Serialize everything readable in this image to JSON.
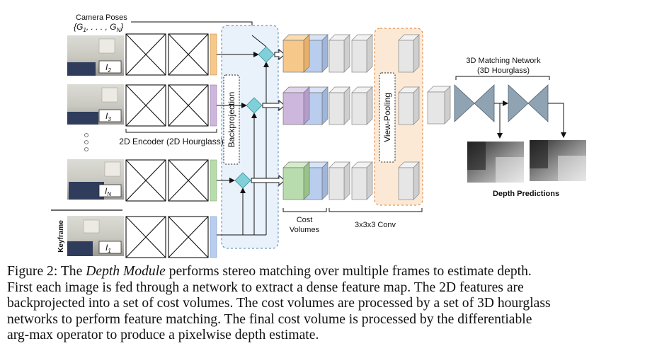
{
  "figure": {
    "camera_poses_label": "Camera Poses",
    "camera_poses_set": "{G1, ..., GN}",
    "frames": [
      {
        "label": "I2"
      },
      {
        "label": "I3"
      },
      {
        "label": "IN"
      },
      {
        "label": "I1"
      }
    ],
    "keyframe_label": "Keyframe",
    "encoder_label": "2D Encoder (2D Hourglass)",
    "backprojection_label": "Backprojection",
    "cost_volumes_label": [
      "Cost",
      "Volumes"
    ],
    "conv_label": "3x3x3 Conv",
    "view_pooling_label": "View-Pooling",
    "matching_network_label": [
      "3D Matching Network",
      "(3D Hourglass)"
    ],
    "depth_predictions_label": "Depth Predictions",
    "colors": {
      "orange": "#f6c88a",
      "purple": "#cdb7dc",
      "green": "#b9dcae",
      "blue": "#b9cdee",
      "backprojection_bg": "#e9f2fa",
      "viewpool_bg": "#fbe9d6",
      "hourglass": "#8fa3b3",
      "diamond": "#7fd0d8"
    }
  },
  "caption": {
    "fig_label": "Figure 2:",
    "line1_a": "The",
    "line1_italic": "Depth Module",
    "line1_b": "performs stereo matching over multiple frames to estimate depth.",
    "line2": "First each image is fed through a network to extract a dense feature map. The 2D features are",
    "line3": "backprojected into a set of cost volumes. The cost volumes are processed by a set of 3D hourglass",
    "line4": "networks to perform feature matching. The final cost volume is processed by the differentiable",
    "line5": "arg-max operator to produce a pixelwise depth estimate."
  }
}
